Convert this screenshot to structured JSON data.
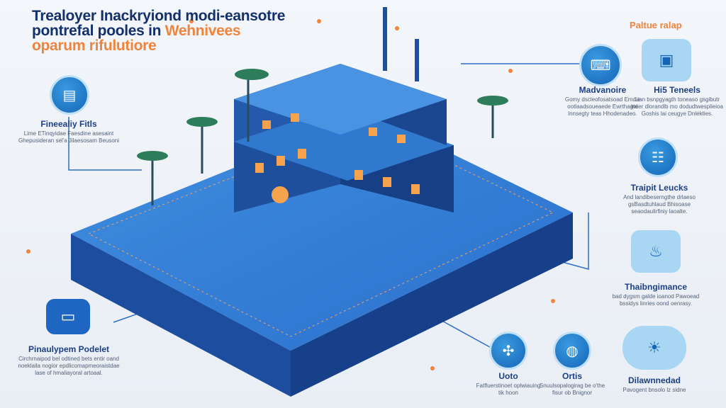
{
  "title": {
    "line1": "Trealoyer Inackryiond modi-eansotre",
    "line2a": "pontrefal pooles in ",
    "line2b": "Wehnivees",
    "line3": "oparum rifulutiore"
  },
  "top_right_label": "Paltue ralap",
  "callouts": [
    {
      "title": "Fineealiy Fitls",
      "text": "Lime ETinqyidae Faesdine asesaint Ghepusideran sel'a Jilaesosam Beusoni",
      "icon": "document-icon"
    },
    {
      "title": "Pinaulypem Podelet",
      "text": "Circhrnaipod bel odtined bets entir oand noeklaila nogior epdlicomapmeoraistdae lase of hmaliayoral artoaal.",
      "icon": "monitor-icon"
    },
    {
      "title": "Madvanoire",
      "text": "Gomy dscleofosatsoad Emdie ootlaadsoueaede Ewrthagte lnnsegty teas Hhodenadeo.",
      "icon": "laptop-icon"
    },
    {
      "title": "Hi5 Teneels",
      "text": "Lian bsnpgyagth toneaso gsgibutr lntier dlorandlb mo dodudtwesplieioa Goshis lai ceugye Dnlekties.",
      "icon": "screen-icon"
    },
    {
      "title": "Traipit Leucks",
      "text": "And landibeserngthe drlaeso gsBasdtuhlaud Bhisoase seaodaulirfiniy laoalte.",
      "icon": "team-icon"
    },
    {
      "title": "Thaibngimance",
      "text": "bad dygsm galde ioanod Pawoead bssidys linries oond oenrasy.",
      "icon": "pool-icon"
    },
    {
      "title": "Uoto",
      "text": "Fatfluerstinoet oplwiauing tik hoon",
      "icon": "network-icon"
    },
    {
      "title": "Ortis",
      "text": "Snuulsopalogirag be o'the fisur ob Bnignor",
      "icon": "globe-icon"
    },
    {
      "title": "Dilawnnedad",
      "text": "Pavogent bnsolo lz sidne",
      "icon": "resort-icon"
    }
  ]
}
